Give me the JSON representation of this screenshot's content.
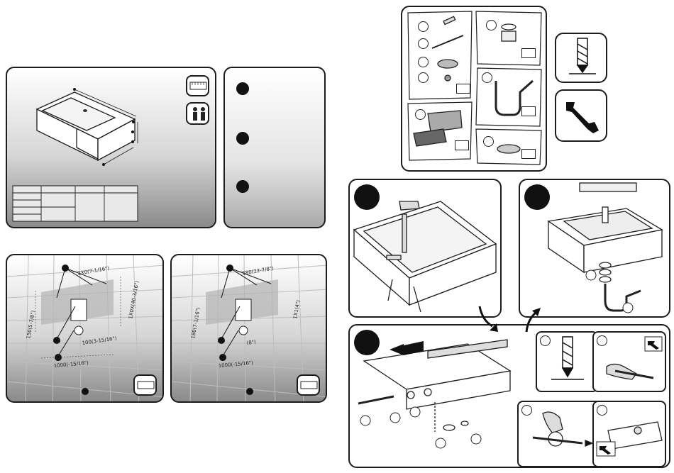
{
  "dimensions": {
    "width_top": "2X0(7-1/16\")",
    "width_mid": "580(22-7/8\")",
    "height_right": "1X0X(40-3/16\")",
    "height_right2": "1X1(4\")",
    "drain_offset": "100(3-15/16\")",
    "bottom": "1000(-15/16\")",
    "left_a": "150(5-7/8\")",
    "left_b": "180(7-1/16\")",
    "left_c": "(8\")"
  }
}
